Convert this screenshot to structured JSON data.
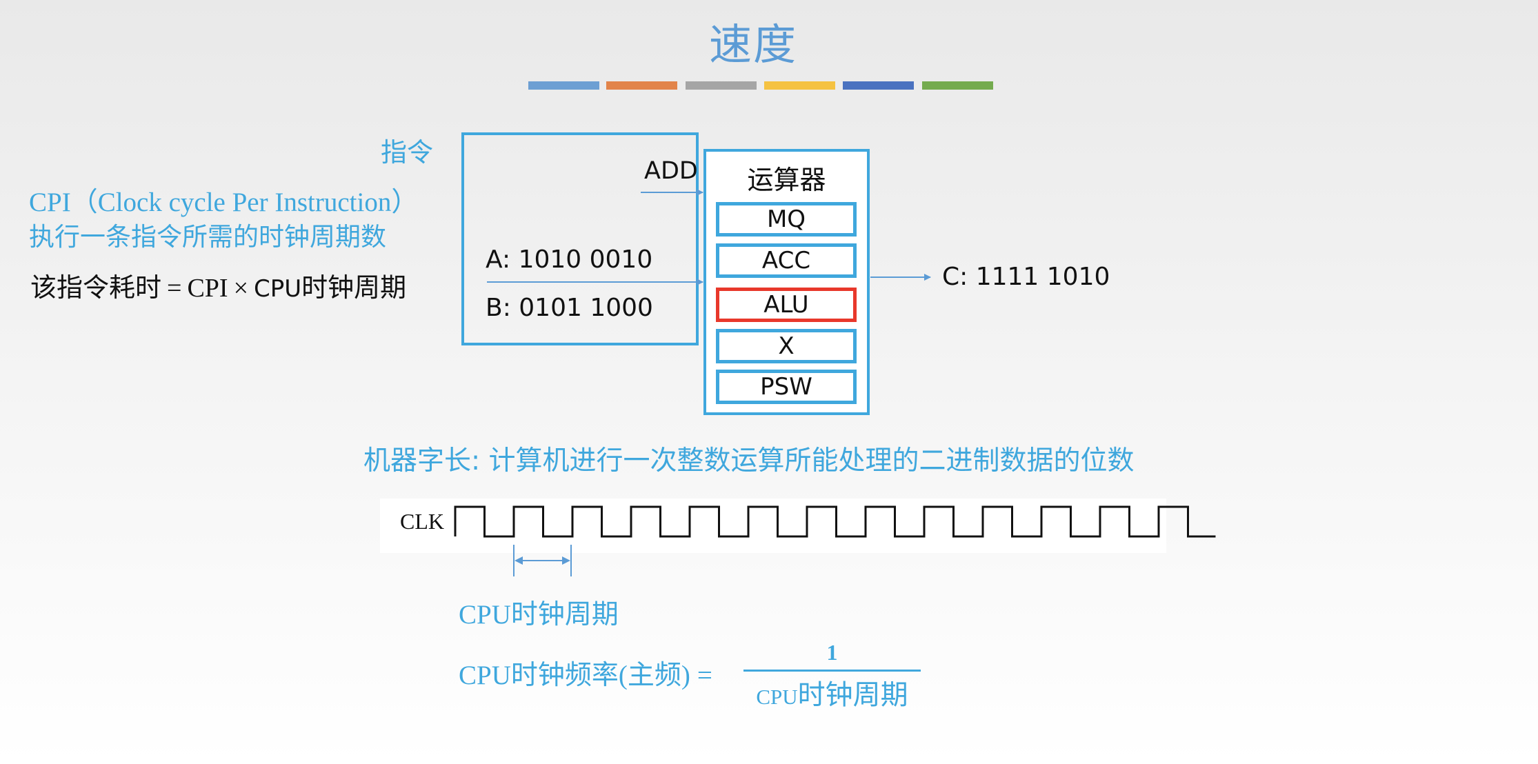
{
  "title": "速度",
  "colors": {
    "accent": "#3fa7dd",
    "title": "#5b9bd5",
    "highlight": "#e8382b",
    "bars": [
      "#6d9fd3",
      "#e2844a",
      "#a5a5a5",
      "#f5c242",
      "#4a72c0",
      "#74ab4e"
    ]
  },
  "left": {
    "instruction_label": "指令",
    "cpi_line": "CPI（Clock cycle Per Instruction）",
    "cpi_desc": "执行一条指令所需的时钟周期数",
    "formula_prefix": "该指令耗时",
    "formula_eq": "=",
    "formula_cpi": "CPI",
    "formula_times": "×",
    "formula_cpu": "CPU",
    "formula_suffix": "时钟周期"
  },
  "diagram": {
    "add_label": "ADD",
    "a_value": "A: 1010 0010",
    "b_value": "B: 0101 1000",
    "alu_title": "运算器",
    "registers": [
      "MQ",
      "ACC",
      "ALU",
      "X",
      "PSW"
    ],
    "result": "C: 1111 1010"
  },
  "word_length": "机器字长: 计算机进行一次整数运算所能处理的二进制数据的位数",
  "clock": {
    "label": "CLK",
    "period_label": "CPU时钟周期"
  },
  "frequency": {
    "lhs": "CPU时钟频率(主频)",
    "eq": "=",
    "numerator": "1",
    "den_cpu": "CPU",
    "den_rest": "时钟周期"
  }
}
